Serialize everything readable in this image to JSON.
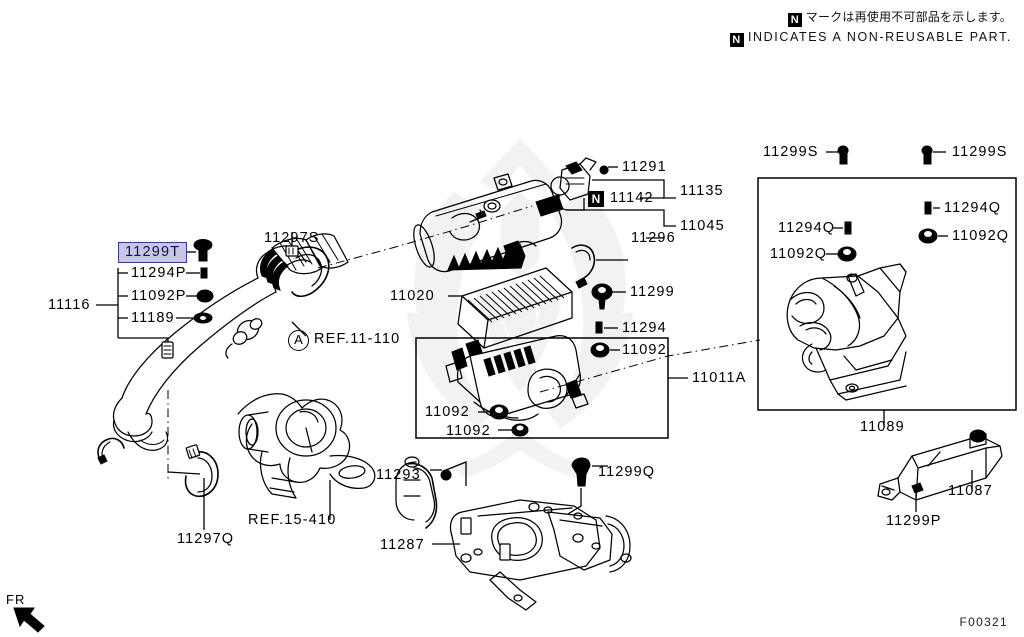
{
  "legend": {
    "japanese": "マークは再使用不可部品を示します。",
    "english": "INDICATES A NON-REUSABLE PART.",
    "badge": "N"
  },
  "diagram_code": "F00321",
  "orientation_marker": "FR",
  "callouts": {
    "circle_a": "A",
    "ref_11_110": "REF.11-110",
    "ref_15_410": "REF.15-410",
    "n_badge": "N"
  },
  "parts": [
    {
      "id": "11299T",
      "label": "11299T",
      "highlighted": true,
      "group": "left-hose"
    },
    {
      "id": "11294P",
      "label": "11294P",
      "highlighted": false,
      "group": "left-hose"
    },
    {
      "id": "11092P",
      "label": "11092P",
      "highlighted": false,
      "group": "left-hose"
    },
    {
      "id": "11189",
      "label": "11189",
      "highlighted": false,
      "group": "left-hose"
    },
    {
      "id": "11116",
      "label": "11116",
      "highlighted": false,
      "group": "left-hose"
    },
    {
      "id": "11297S",
      "label": "11297S",
      "highlighted": false,
      "group": "left-hose"
    },
    {
      "id": "11297Q",
      "label": "11297Q",
      "highlighted": false,
      "group": "turbo"
    },
    {
      "id": "11291",
      "label": "11291",
      "highlighted": false,
      "group": "air-cleaner-cover"
    },
    {
      "id": "11142",
      "label": "11142",
      "highlighted": false,
      "group": "air-cleaner-cover",
      "non_reusable": true
    },
    {
      "id": "11135",
      "label": "11135",
      "highlighted": false,
      "group": "air-cleaner-cover"
    },
    {
      "id": "11296",
      "label": "11296",
      "highlighted": false,
      "group": "air-cleaner-cover"
    },
    {
      "id": "11045",
      "label": "11045",
      "highlighted": false,
      "group": "air-cleaner-cover"
    },
    {
      "id": "11020",
      "label": "11020",
      "highlighted": false,
      "group": "air-cleaner-element"
    },
    {
      "id": "11299",
      "label": "11299",
      "highlighted": false,
      "group": "air-cleaner-body"
    },
    {
      "id": "11294",
      "label": "11294",
      "highlighted": false,
      "group": "air-cleaner-body"
    },
    {
      "id": "11092a",
      "label": "11092",
      "highlighted": false,
      "group": "air-cleaner-body"
    },
    {
      "id": "11092b",
      "label": "11092",
      "highlighted": false,
      "group": "air-cleaner-body"
    },
    {
      "id": "11092c",
      "label": "11092",
      "highlighted": false,
      "group": "air-cleaner-body"
    },
    {
      "id": "11011A",
      "label": "11011A",
      "highlighted": false,
      "group": "air-cleaner-body"
    },
    {
      "id": "11293",
      "label": "11293",
      "highlighted": false,
      "group": "bracket"
    },
    {
      "id": "11287",
      "label": "11287",
      "highlighted": false,
      "group": "bracket"
    },
    {
      "id": "11299Q",
      "label": "11299Q",
      "highlighted": false,
      "group": "bracket"
    },
    {
      "id": "11299S_left",
      "label": "11299S",
      "highlighted": false,
      "group": "duct"
    },
    {
      "id": "11299S_right",
      "label": "11299S",
      "highlighted": false,
      "group": "duct"
    },
    {
      "id": "11294Q_left",
      "label": "11294Q",
      "highlighted": false,
      "group": "duct"
    },
    {
      "id": "11294Q_right",
      "label": "11294Q",
      "highlighted": false,
      "group": "duct"
    },
    {
      "id": "11092Q_left",
      "label": "11092Q",
      "highlighted": false,
      "group": "duct"
    },
    {
      "id": "11092Q_right",
      "label": "11092Q",
      "highlighted": false,
      "group": "duct"
    },
    {
      "id": "11089",
      "label": "11089",
      "highlighted": false,
      "group": "duct"
    },
    {
      "id": "11087",
      "label": "11087",
      "highlighted": false,
      "group": "cover"
    },
    {
      "id": "11299P",
      "label": "11299P",
      "highlighted": false,
      "group": "cover"
    }
  ],
  "colors": {
    "highlight_fill": "#c6c6e6",
    "highlight_border": "#3a3a8c",
    "line": "#000000",
    "watermark": "#f0eeee",
    "background": "#ffffff"
  }
}
